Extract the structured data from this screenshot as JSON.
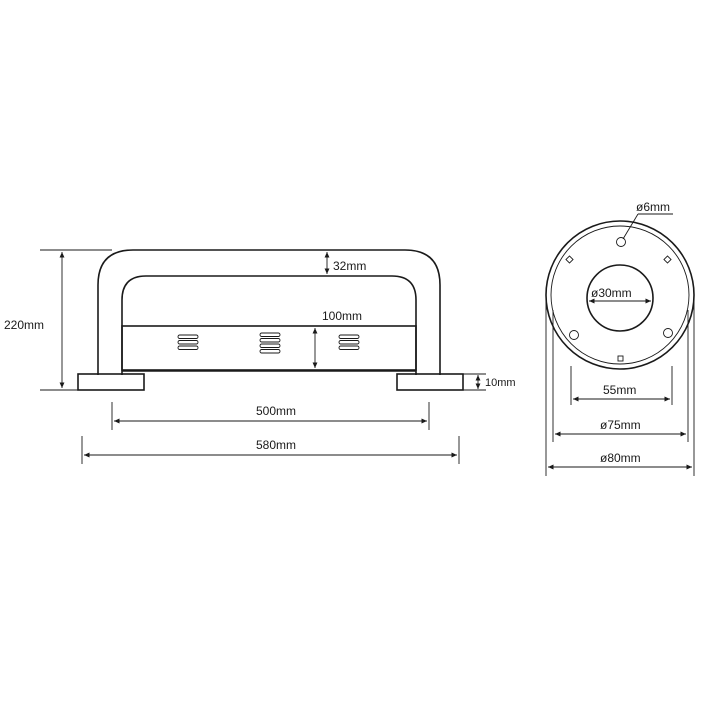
{
  "side_view": {
    "height_label": "220mm",
    "tube_label": "32mm",
    "shelf_label": "100mm",
    "base_label": "10mm",
    "inner_width_label": "500mm",
    "outer_width_label": "580mm"
  },
  "end_view": {
    "hole_label": "ø6mm",
    "bore_label": "ø30mm",
    "hole_spacing_label": "55mm",
    "inner_diameter_label": "ø75mm",
    "outer_diameter_label": "ø80mm"
  },
  "colors": {
    "line": "#1a1a1a",
    "background": "#ffffff"
  }
}
